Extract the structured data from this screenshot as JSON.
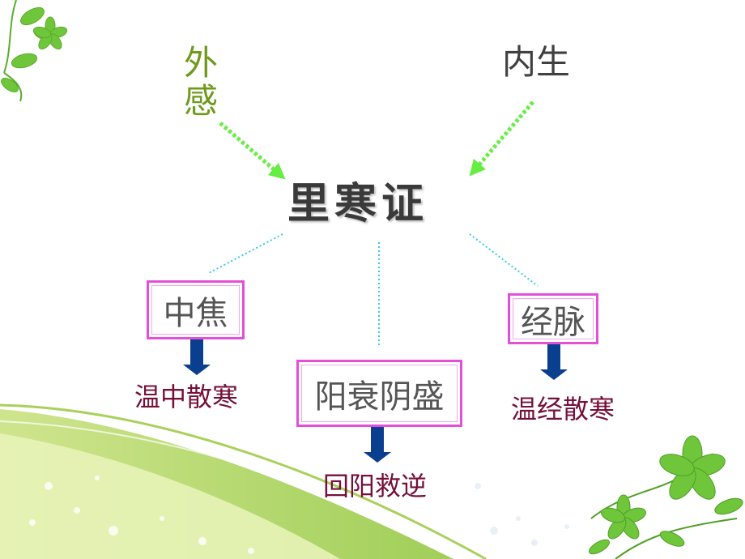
{
  "diagram": {
    "causes": {
      "external": "外感",
      "internal": "内生"
    },
    "main_title": "里寒证",
    "branches": [
      {
        "label": "中焦",
        "treatment": "温中散寒"
      },
      {
        "label": "阳衰阴盛",
        "treatment": "回阳救逆"
      },
      {
        "label": "经脉",
        "treatment": "温经散寒"
      }
    ]
  },
  "colors": {
    "external_cause": "#6e9a1c",
    "internal_cause": "#404040",
    "dotted_arrow": "#66ee44",
    "dotted_link": "#33ccee",
    "box_border": "#e34fd9",
    "down_arrow": "#0a3f8f",
    "treatment_text": "#74103a",
    "decor_leaf": "#6fc63a",
    "decor_swoosh": "#b5d96a"
  }
}
